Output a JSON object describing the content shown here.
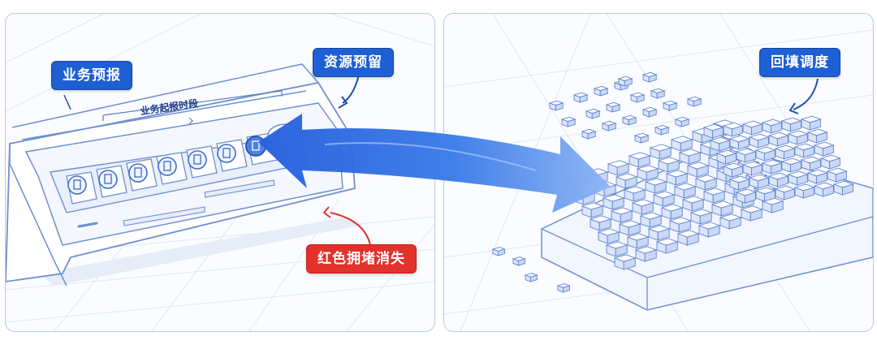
{
  "left_panel": {
    "callout_business_reserve": "业务预报",
    "callout_resource_reserve": "资源预留",
    "timeline_label": "业务起报时段",
    "callout_congestion": "红色拥堵消失"
  },
  "right_panel": {
    "callout_backfill": "回填调度"
  },
  "colors": {
    "callout_blue": "#1f5fd4",
    "callout_red": "#e2322b",
    "arrow_blue": "#2f6ee3",
    "line_blue": "#7f9bd6",
    "cube_face": "#eef3ff"
  },
  "slot_icons": [
    "clipboard-icon",
    "clipboard-icon",
    "clipboard-icon",
    "clipboard-icon",
    "clipboard-icon",
    "clipboard-icon",
    "clipboard-icon"
  ]
}
